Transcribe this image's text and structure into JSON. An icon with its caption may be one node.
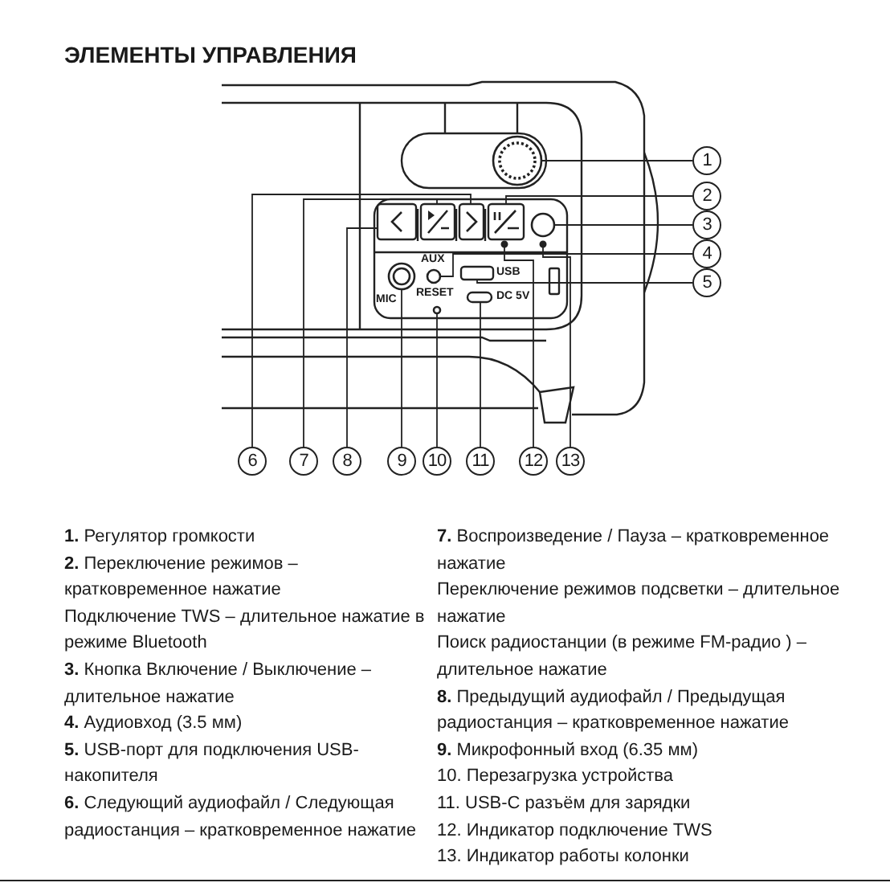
{
  "diagram": {
    "title": "ЭЛЕМЕНТЫ УПРАВЛЕНИЯ",
    "nodes": [
      {
        "text": [
          "1"
        ]
      },
      {
        "text": [
          "2"
        ]
      },
      {
        "text": [
          "3"
        ]
      },
      {
        "text": [
          "4"
        ]
      },
      {
        "text": [
          "5"
        ]
      },
      {
        "text": [
          "6"
        ]
      },
      {
        "text": [
          "7"
        ]
      },
      {
        "text": [
          "8"
        ]
      },
      {
        "text": [
          "9"
        ]
      },
      {
        "text": [
          "10"
        ]
      },
      {
        "text": [
          "11"
        ]
      },
      {
        "text": [
          "12"
        ]
      },
      {
        "text": [
          "13"
        ]
      },
      {
        "text": [],
        "shape": "circle"
      },
      {
        "text": [],
        "shape": "box"
      },
      {
        "text": [],
        "shape": "circle"
      },
      {
        "text": [],
        "shape": "circle"
      },
      {
        "text": [],
        "shape": "box"
      },
      {
        "text": [],
        "shape": "box"
      },
      {
        "text": [],
        "shape": "box"
      },
      {
        "text": [],
        "shape": "box"
      },
      {
        "text": [],
        "shape": "circle"
      },
      {
        "text": [],
        "shape": "circle"
      },
      {
        "text": [],
        "shape": "box"
      },
      {
        "text": [],
        "shape": "circle"
      },
      {
        "text": [],
        "shape": "circle"
      }
    ],
    "edges": [
      {
        "from": 0,
        "to": 13,
        "arrow": "none"
      },
      {
        "from": 1,
        "to": 14,
        "arrow": "none"
      },
      {
        "from": 2,
        "to": 15,
        "arrow": "none"
      },
      {
        "from": 3,
        "to": 16,
        "arrow": "none"
      },
      {
        "from": 4,
        "to": 17,
        "arrow": "none"
      },
      {
        "from": 5,
        "to": 18,
        "arrow": "none"
      },
      {
        "from": 6,
        "to": 19,
        "arrow": "none"
      },
      {
        "from": 7,
        "to": 20,
        "arrow": "none"
      },
      {
        "from": 8,
        "to": 21,
        "arrow": "none"
      },
      {
        "from": 9,
        "to": 22,
        "arrow": "none"
      },
      {
        "from": 10,
        "to": 23,
        "arrow": "none"
      },
      {
        "from": 11,
        "to": 24,
        "arrow": "none"
      },
      {
        "from": 12,
        "to": 25,
        "arrow": "none"
      }
    ],
    "labels": [
      "AUX",
      "USB",
      "RESET",
      "DC 5V",
      "MIC",
      "**1.** Регулятор громкости",
      "**2.** Переключение режимов – кратковременное нажатие",
      "Подключение TWS – длительное нажатие в режиме Bluetooth",
      "**3.** Кнопка Включение / Выключение – длительное нажатие",
      "**4.** Аудиовход (3.5 мм)",
      "**5.** USB-порт для подключения USB-накопителя",
      "**6.** Следующий аудиофайл / Следующая радиостанция – кратковременное нажатие",
      "**7.** Воспроизведение / Пауза – кратковременное нажатие",
      "Переключение режимов подсветки – длительное нажатие",
      "Поиск радиостанции (в режиме FM-радио ) – длительное нажатие",
      "**8.** Предыдущий аудиофайл / Предыдущая радиостанция – кратковременное нажатие",
      "**9.** Микрофонный вход (6.35 мм)",
      "10. Перезагрузка устройства",
      "11. USB-C разъём для зарядки",
      "12. Индикатор подключение TWS",
      "13. Индикатор работы колонки"
    ]
  }
}
